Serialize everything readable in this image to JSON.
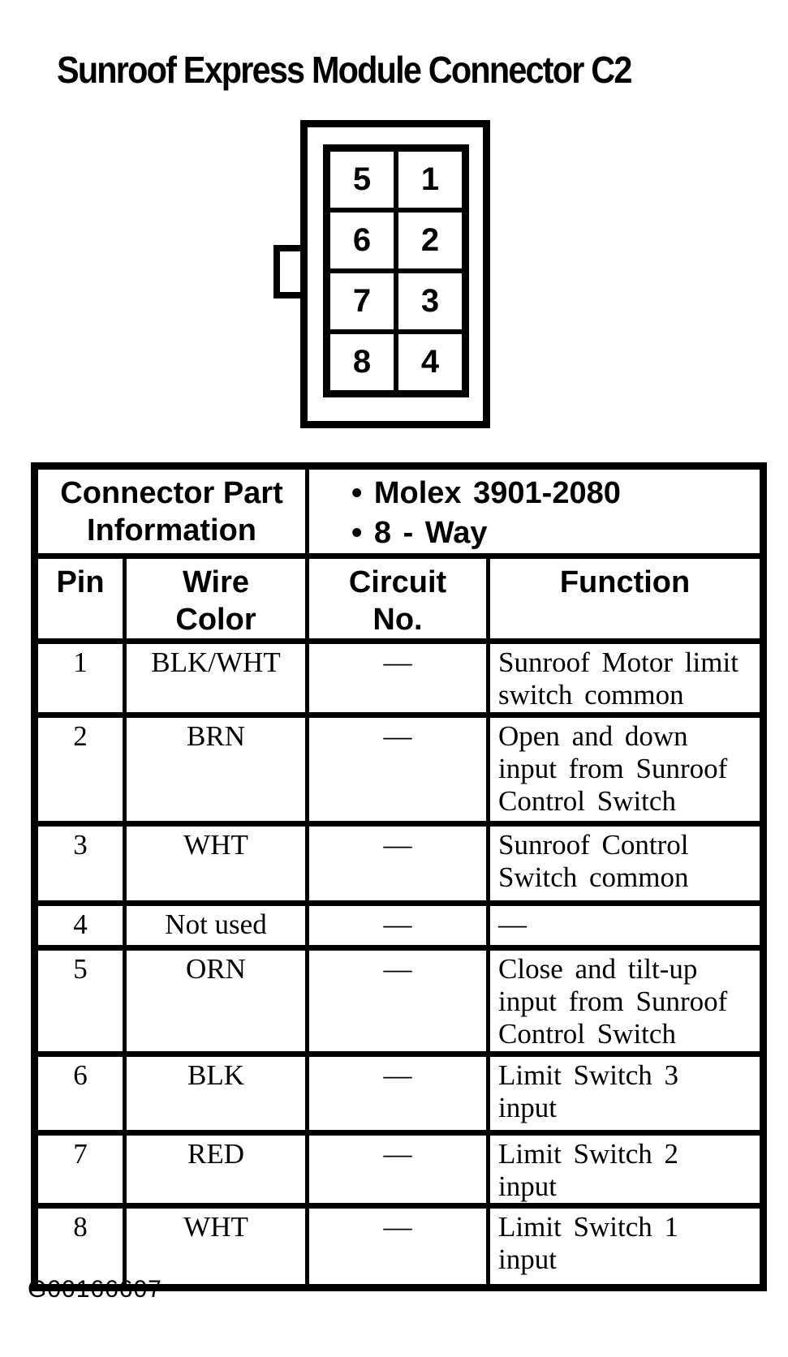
{
  "title": "Sunroof Express Module Connector C2",
  "connector": {
    "cavity_rows": [
      [
        "5",
        "1"
      ],
      [
        "6",
        "2"
      ],
      [
        "7",
        "3"
      ],
      [
        "8",
        "4"
      ]
    ]
  },
  "table": {
    "part_info_label": "Connector Part\nInformation",
    "part_info_values": "• Molex 3901-2080\n• 8 - Way",
    "headers": {
      "pin": "Pin",
      "wire_color": "Wire\nColor",
      "circuit_no": "Circuit\nNo.",
      "function": "Function"
    },
    "rows": [
      {
        "pin": "1",
        "wire_color": "BLK/WHT",
        "circuit_no": "—",
        "function": "Sunroof Motor limit\nswitch common"
      },
      {
        "pin": "2",
        "wire_color": "BRN",
        "circuit_no": "—",
        "function": "Open and down\ninput from Sunroof\nControl Switch"
      },
      {
        "pin": "3",
        "wire_color": "WHT",
        "circuit_no": "—",
        "function": "Sunroof Control\nSwitch common"
      },
      {
        "pin": "4",
        "wire_color": "Not used",
        "circuit_no": "—",
        "function": "—"
      },
      {
        "pin": "5",
        "wire_color": "ORN",
        "circuit_no": "—",
        "function": "Close and tilt-up\ninput from Sunroof\nControl Switch"
      },
      {
        "pin": "6",
        "wire_color": "BLK",
        "circuit_no": "—",
        "function": "Limit Switch 3\ninput"
      },
      {
        "pin": "7",
        "wire_color": "RED",
        "circuit_no": "—",
        "function": "Limit Switch 2\ninput"
      },
      {
        "pin": "8",
        "wire_color": "WHT",
        "circuit_no": "—",
        "function": "Limit Switch 1\ninput"
      }
    ]
  },
  "footer": {
    "figure_id": "G00166607"
  }
}
